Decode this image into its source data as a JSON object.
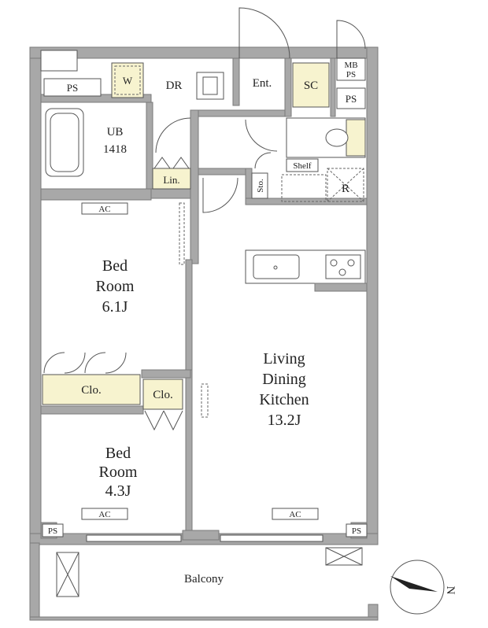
{
  "rooms": {
    "ps_top_left": "PS",
    "washer": "W",
    "dressing_room": "DR",
    "entrance": "Ent.",
    "shoe_closet": "SC",
    "mb_ps_line1": "MB",
    "mb_ps_line2": "PS",
    "ps_right": "PS",
    "unit_bath_line1": "UB",
    "unit_bath_line2": "1418",
    "linen": "Lin.",
    "shelf": "Shelf",
    "storage": "Sto.",
    "refrigerator": "R",
    "bedroom1_line1": "Bed",
    "bedroom1_line2": "Room",
    "bedroom1_line3": "6.1J",
    "closet1": "Clo.",
    "closet2": "Clo.",
    "ldk_line1": "Living",
    "ldk_line2": "Dining",
    "ldk_line3": "Kitchen",
    "ldk_line4": "13.2J",
    "bedroom2_line1": "Bed",
    "bedroom2_line2": "Room",
    "bedroom2_line3": "4.3J",
    "ac_bedroom1": "AC",
    "ac_bedroom2": "AC",
    "ac_ldk": "AC",
    "ps_bottom_left": "PS",
    "ps_bottom_right": "PS",
    "balcony": "Balcony"
  },
  "compass": {
    "north_label": "N"
  },
  "colors": {
    "wall": "#a8a8a8",
    "wet_area": "#f7f3cf",
    "background": "#ffffff"
  }
}
